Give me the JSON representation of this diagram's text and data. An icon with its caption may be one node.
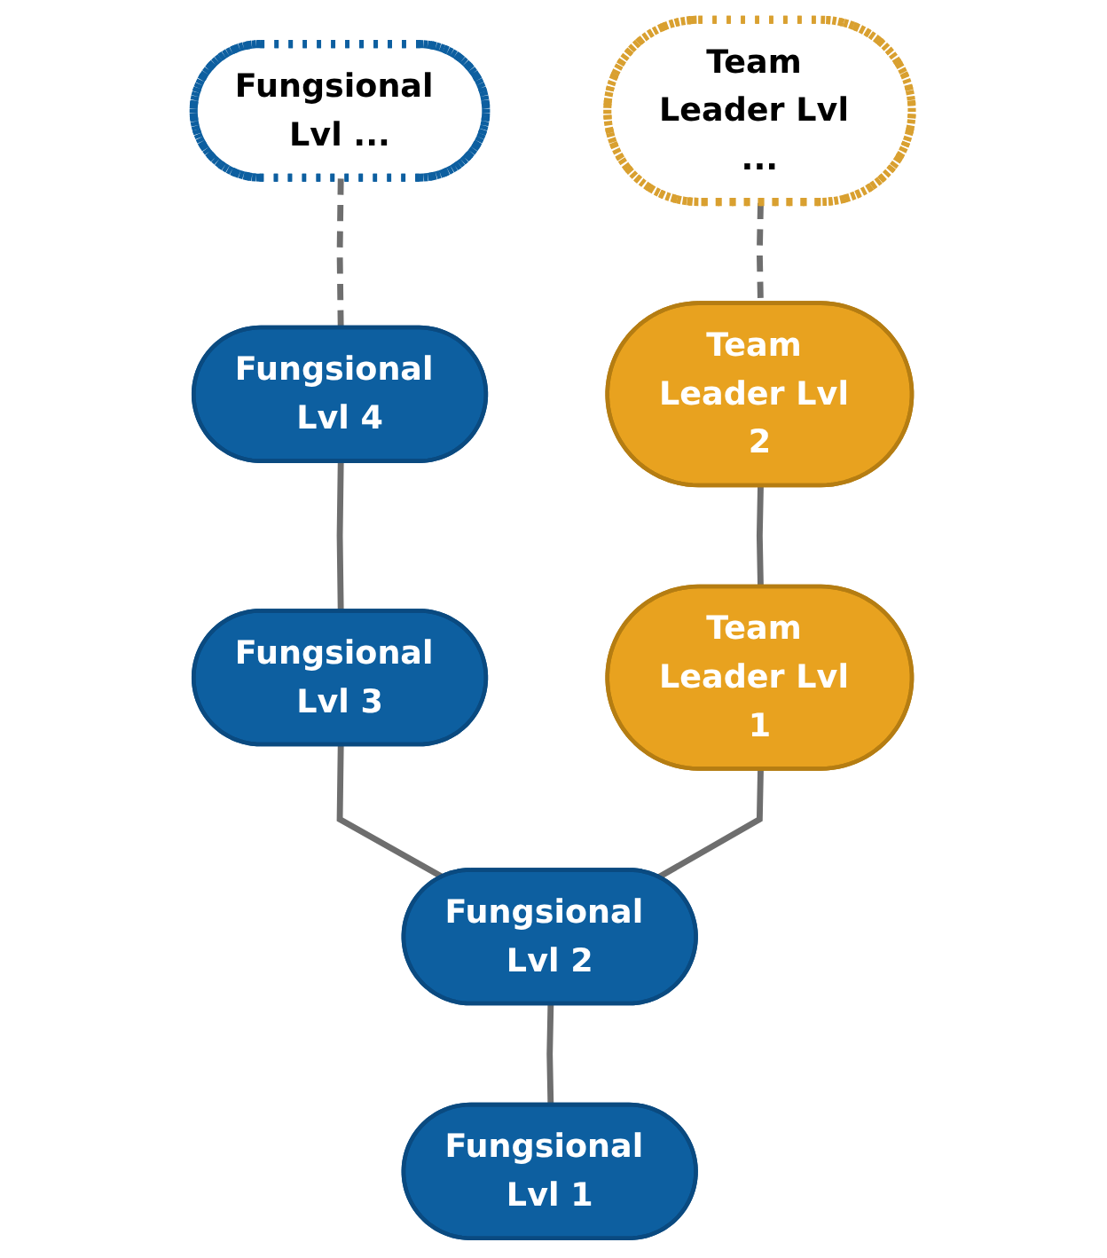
{
  "diagram": {
    "nodes": [
      {
        "text": [
          "Fungsional Lvl ..."
        ]
      },
      {
        "text": [
          "Team Leader Lvl ..."
        ]
      },
      {
        "text": [
          "Fungsional Lvl 4"
        ]
      },
      {
        "text": [
          "Team Leader Lvl 2"
        ]
      },
      {
        "text": [
          "Fungsional Lvl 3"
        ]
      },
      {
        "text": [
          "Team Leader Lvl 1"
        ]
      },
      {
        "text": [
          "Fungsional Lvl 2"
        ]
      },
      {
        "text": [
          "Fungsional Lvl 1"
        ]
      }
    ],
    "edges": [
      {
        "from": 0,
        "to": 2,
        "arrow": "none",
        "style": "dashed"
      },
      {
        "from": 1,
        "to": 3,
        "arrow": "none",
        "style": "dashed"
      },
      {
        "from": 2,
        "to": 4,
        "arrow": "none"
      },
      {
        "from": 3,
        "to": 5,
        "arrow": "none"
      },
      {
        "from": 4,
        "to": 6,
        "arrow": "none"
      },
      {
        "from": 5,
        "to": 6,
        "arrow": "none"
      },
      {
        "from": 6,
        "to": 7,
        "arrow": "none"
      }
    ]
  }
}
